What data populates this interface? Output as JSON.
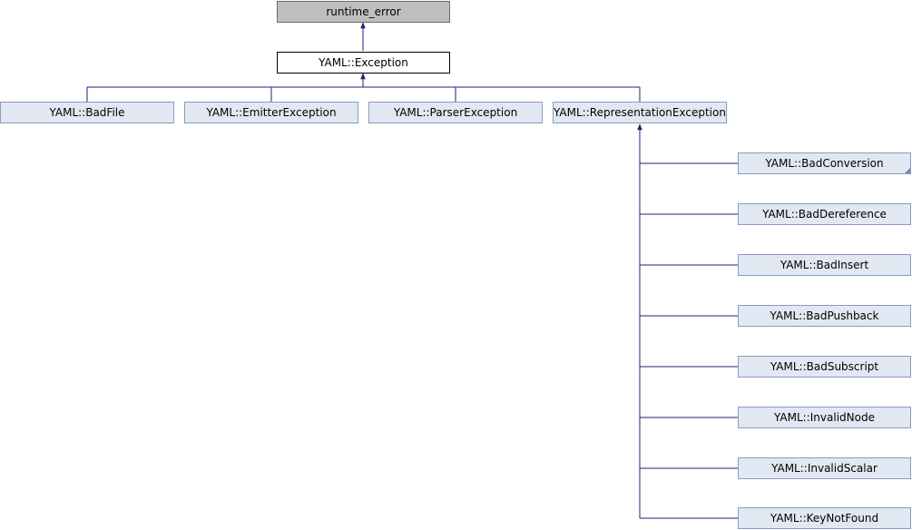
{
  "diagram": {
    "base": {
      "label": "runtime_error"
    },
    "current": {
      "label": "YAML::Exception"
    },
    "derived": [
      {
        "label": "YAML::BadFile"
      },
      {
        "label": "YAML::EmitterException"
      },
      {
        "label": "YAML::ParserException"
      },
      {
        "label": "YAML::RepresentationException"
      }
    ],
    "representation_subclasses": [
      {
        "label": "YAML::BadConversion",
        "truncated_marker": true
      },
      {
        "label": "YAML::BadDereference"
      },
      {
        "label": "YAML::BadInsert"
      },
      {
        "label": "YAML::BadPushback"
      },
      {
        "label": "YAML::BadSubscript"
      },
      {
        "label": "YAML::InvalidNode"
      },
      {
        "label": "YAML::InvalidScalar"
      },
      {
        "label": "YAML::KeyNotFound"
      }
    ]
  },
  "colors": {
    "edge": "#1a237e",
    "node_fill": "#e2e8f2",
    "node_border": "#8a9ac4",
    "base_fill": "#bfbfbf",
    "current_fill": "#ffffff"
  }
}
